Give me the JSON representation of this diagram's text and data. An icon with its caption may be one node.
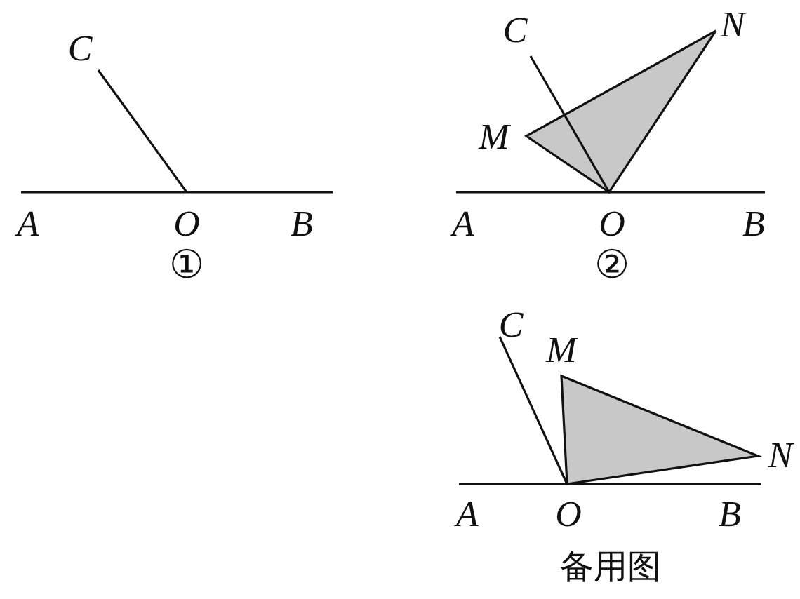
{
  "diagram": {
    "labels": [
      "C",
      "A",
      "O",
      "B",
      "①",
      "C",
      "N",
      "M",
      "A",
      "O",
      "B",
      "②",
      "C",
      "M",
      "N",
      "A",
      "O",
      "B",
      "备用图"
    ]
  }
}
